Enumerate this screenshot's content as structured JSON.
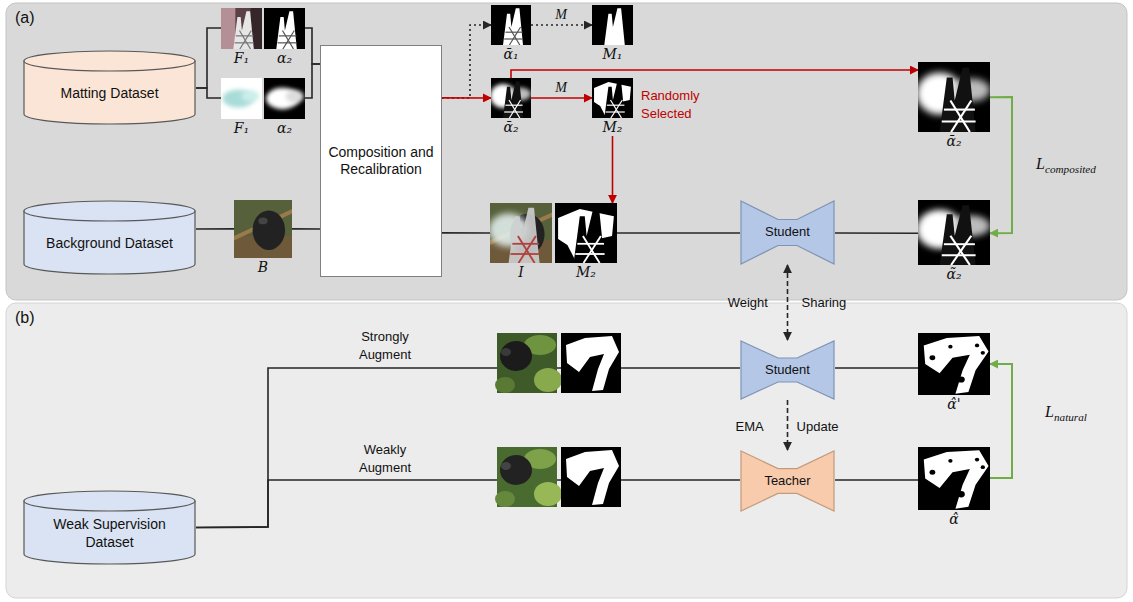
{
  "diagram": {
    "nodes": [
      {
        "text": [
          "(a)"
        ]
      },
      {
        "text": [
          "(b)"
        ]
      },
      {
        "text": [
          "Matting Dataset"
        ],
        "in": 0
      },
      {
        "text": [
          "F₁"
        ],
        "in": 0
      },
      {
        "text": [
          "α₂"
        ],
        "in": 0
      },
      {
        "text": [
          "F₁"
        ],
        "in": 0
      },
      {
        "text": [
          "α₂"
        ],
        "in": 0
      },
      {
        "text": [
          "Background Dataset"
        ],
        "in": 0
      },
      {
        "text": [
          "B"
        ],
        "in": 0
      },
      {
        "text": [
          "Composition and Recalibration"
        ],
        "in": 0
      },
      {
        "text": [
          "ᾱ₁"
        ],
        "in": 0
      },
      {
        "text": [
          "M₁"
        ],
        "in": 0
      },
      {
        "text": [
          "ᾱ₂"
        ],
        "in": 0
      },
      {
        "text": [
          "M₂"
        ],
        "in": 0
      },
      {
        "text": [
          "ᾱ₂"
        ],
        "in": 0
      },
      {
        "text": [
          "I"
        ],
        "in": 0
      },
      {
        "text": [
          "M₂"
        ],
        "in": 0
      },
      {
        "text": [
          "Student"
        ],
        "in": 0
      },
      {
        "text": [
          "α̃₂"
        ],
        "in": 0
      },
      {
        "text": [
          "Weak Supervision Dataset"
        ],
        "in": 1
      },
      {
        "text": [
          "Student"
        ],
        "in": 1
      },
      {
        "text": [
          "Teacher"
        ],
        "in": 1
      },
      {
        "text": [
          "α̂'"
        ],
        "in": 1
      },
      {
        "text": [
          "α̂"
        ],
        "in": 1
      }
    ],
    "edges": [
      {
        "from": 2,
        "to": 3,
        "arrow": "none"
      },
      {
        "from": 2,
        "to": 5,
        "arrow": "none"
      },
      {
        "from": 4,
        "to": 9,
        "arrow": "none"
      },
      {
        "from": 6,
        "to": 9,
        "arrow": "none"
      },
      {
        "from": 7,
        "to": 8,
        "arrow": "none"
      },
      {
        "from": 8,
        "to": 9,
        "arrow": "none"
      },
      {
        "from": 9,
        "to": 10,
        "arrow": "to"
      },
      {
        "from": 9,
        "to": 12,
        "arrow": "to"
      },
      {
        "from": 10,
        "to": 11,
        "arrow": "to",
        "label": "M"
      },
      {
        "from": 12,
        "to": 13,
        "arrow": "to",
        "label": "M"
      },
      {
        "from": 12,
        "to": 14,
        "arrow": "to"
      },
      {
        "from": 13,
        "to": 16,
        "arrow": "to"
      },
      {
        "from": 9,
        "to": 15,
        "arrow": "none"
      },
      {
        "from": 16,
        "to": 17,
        "arrow": "none"
      },
      {
        "from": 17,
        "to": 18,
        "arrow": "none"
      },
      {
        "from": 14,
        "to": 18,
        "arrow": "to",
        "label": "Lcomposited"
      },
      {
        "from": 17,
        "to": 20,
        "arrow": "both",
        "label": "Weight Sharing"
      },
      {
        "from": 20,
        "to": 21,
        "arrow": "to",
        "label": "EMA Update"
      },
      {
        "from": 19,
        "to": 20,
        "arrow": "none",
        "label": "Strongly Augment"
      },
      {
        "from": 19,
        "to": 21,
        "arrow": "none",
        "label": "Weakly Augment"
      },
      {
        "from": 20,
        "to": 22,
        "arrow": "none"
      },
      {
        "from": 21,
        "to": 23,
        "arrow": "none"
      },
      {
        "from": 23,
        "to": 22,
        "arrow": "to",
        "label": "Lnatural"
      }
    ],
    "labels": [
      "Randomly Selected"
    ]
  }
}
